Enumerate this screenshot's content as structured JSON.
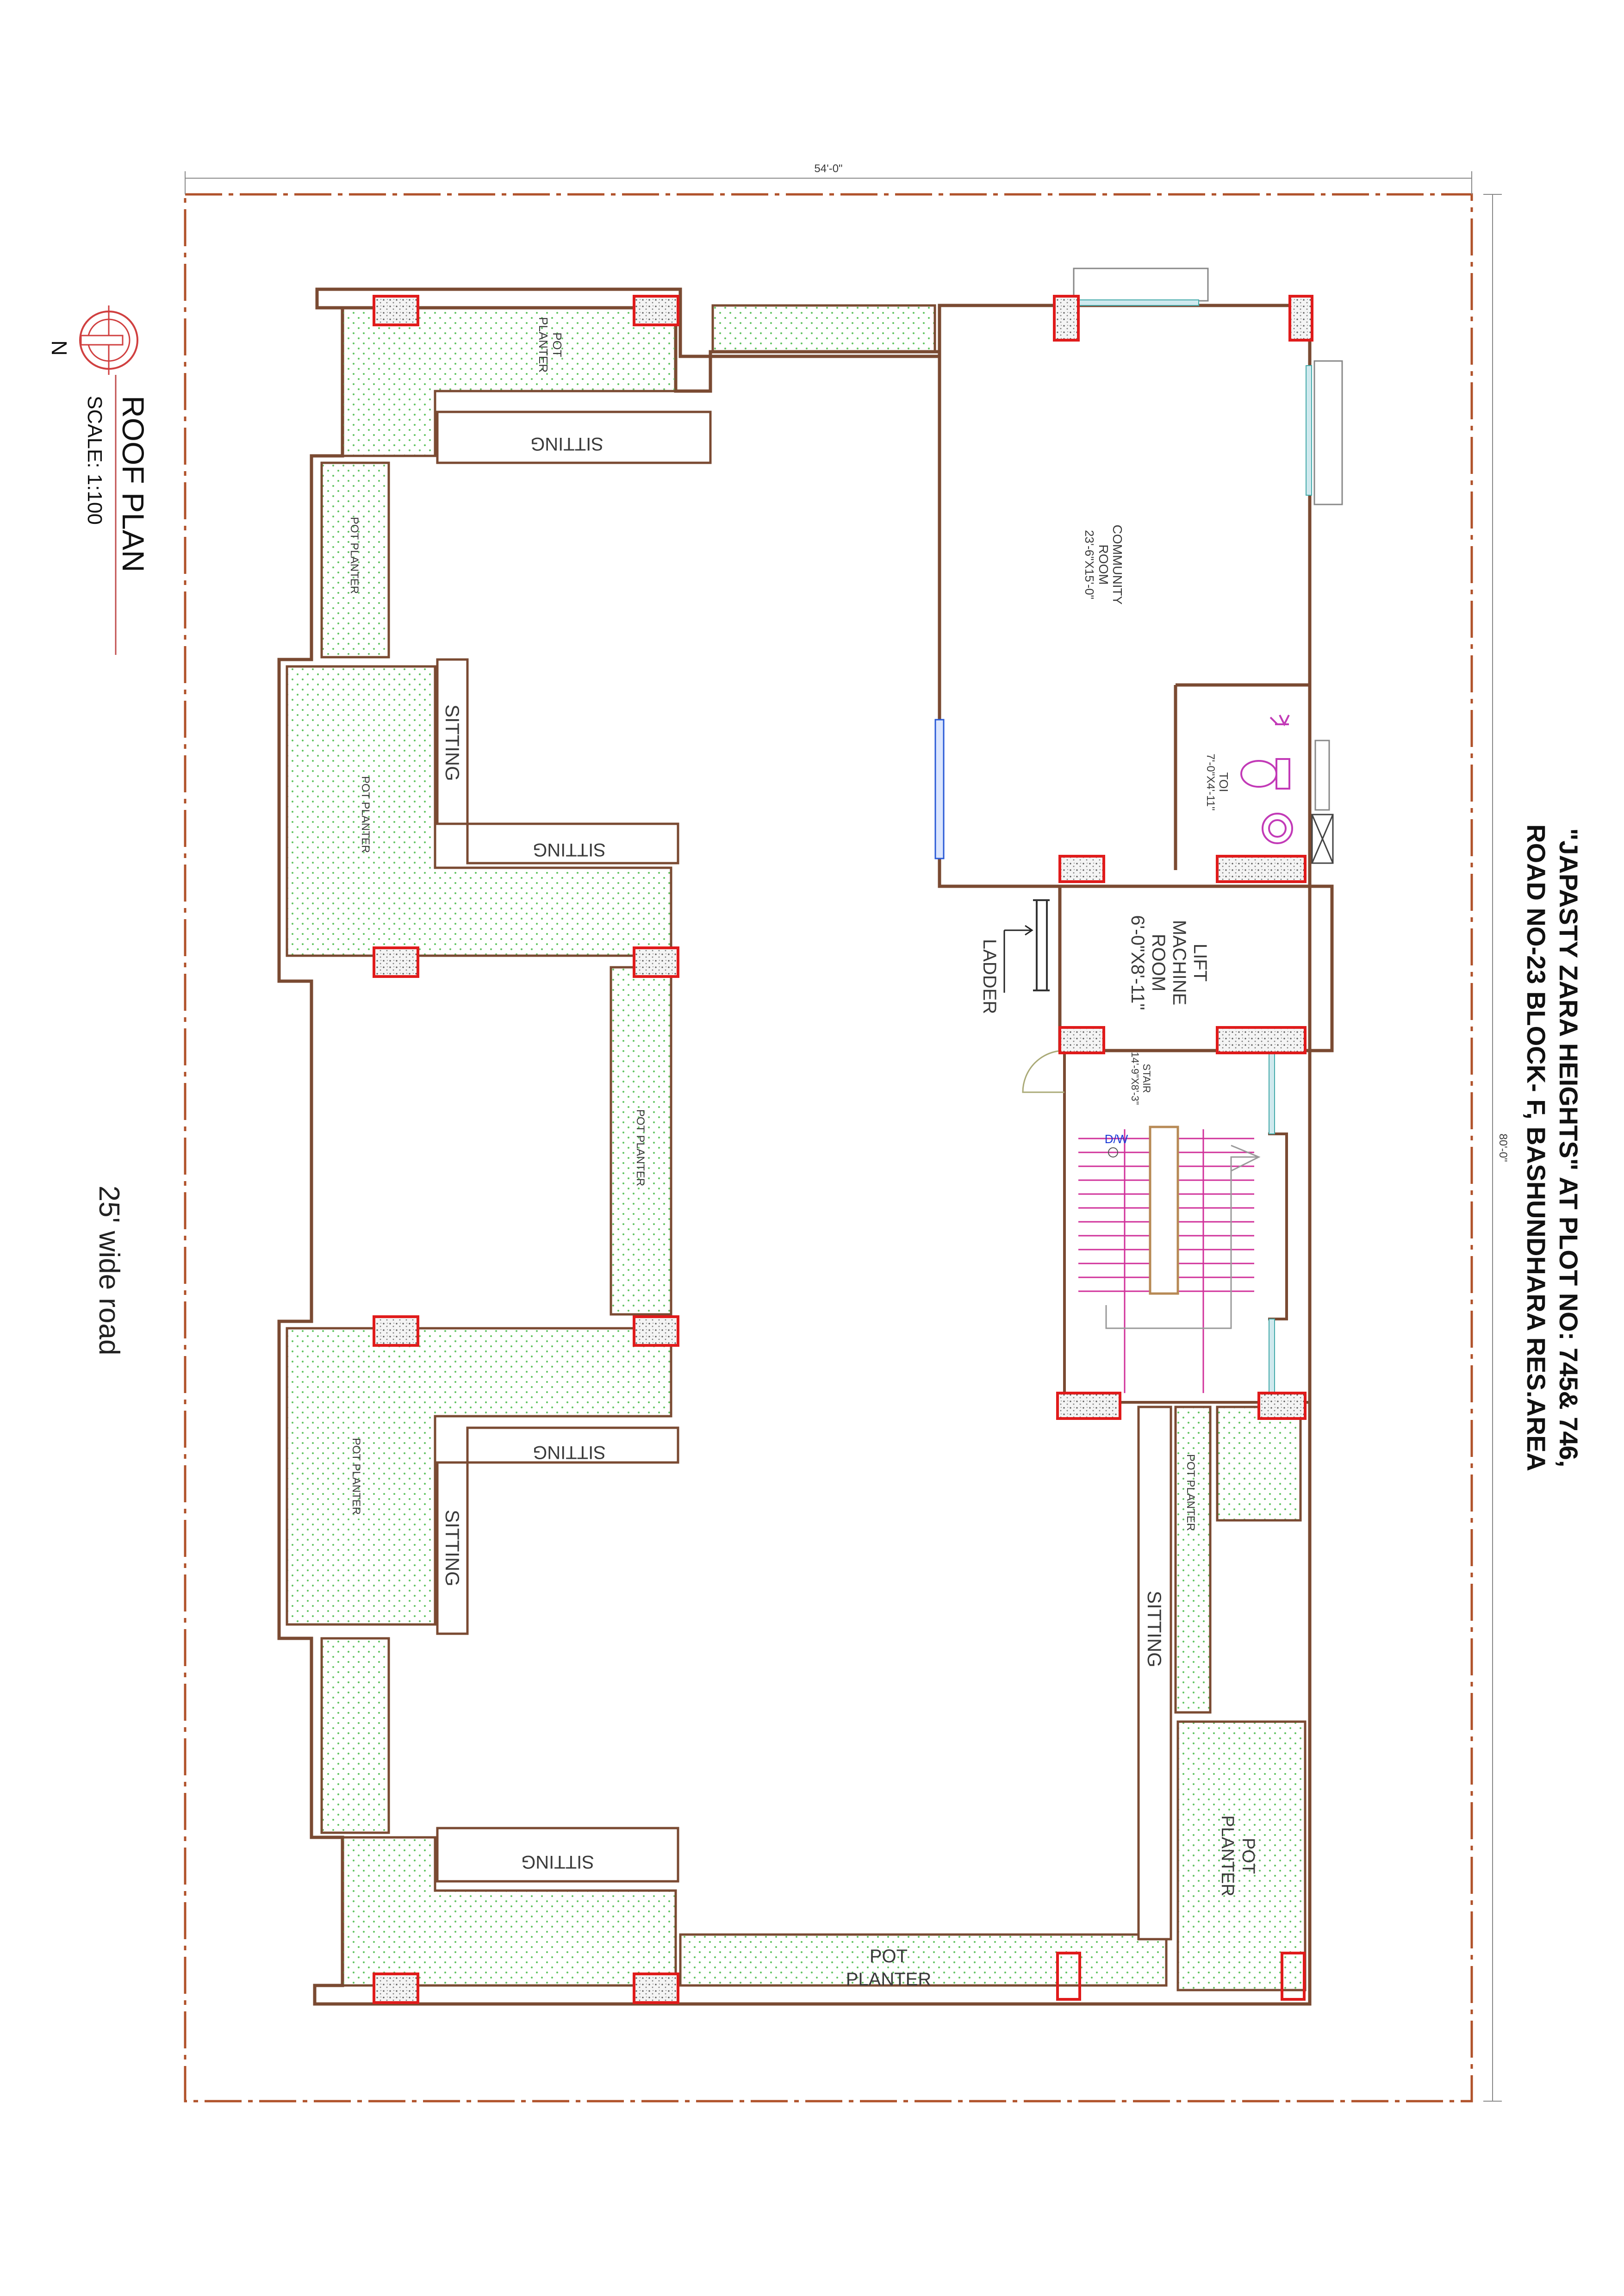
{
  "title": {
    "line1": "\"JAPASTY ZARA HEIGHTS\" AT PLOT NO: 745& 746,",
    "line2": "ROAD NO-23 BLOCK- F, BASHUNDHARA RES.AREA"
  },
  "plan": {
    "name": "ROOF PLAN",
    "scale": "SCALE: 1:100",
    "north": "N",
    "road": "25' wide road"
  },
  "dimensions": {
    "width": "54'-0\"",
    "length": "80'-0\""
  },
  "rooms": {
    "community_name": "COMMUNITY",
    "community_room": "ROOM",
    "community_size": "23'-6\"X15'-0\"",
    "toilet_name": "TOI",
    "toilet_size": "7'-0\"X4'-11\"",
    "lift_line1": "LIFT",
    "lift_line2": "MACHINE",
    "lift_line3": "ROOM",
    "lift_size": "6'-0\"X8'-11\"",
    "ladder": "LADDER",
    "stair": "STAIR",
    "stair_size": "14'-9\"X8'-3\"",
    "dw": "D/W"
  },
  "labels": {
    "pot": "POT",
    "planter": "PLANTER",
    "pot_planter": "POT PLANTER",
    "sitting": "SITTING"
  },
  "colors": {
    "wall": "#7a4a32",
    "column": "#e01b1b",
    "planter_dot": "#63c463",
    "boundary": "#b0522a",
    "window": "#2a5ad6",
    "stair": "#d0309a"
  }
}
